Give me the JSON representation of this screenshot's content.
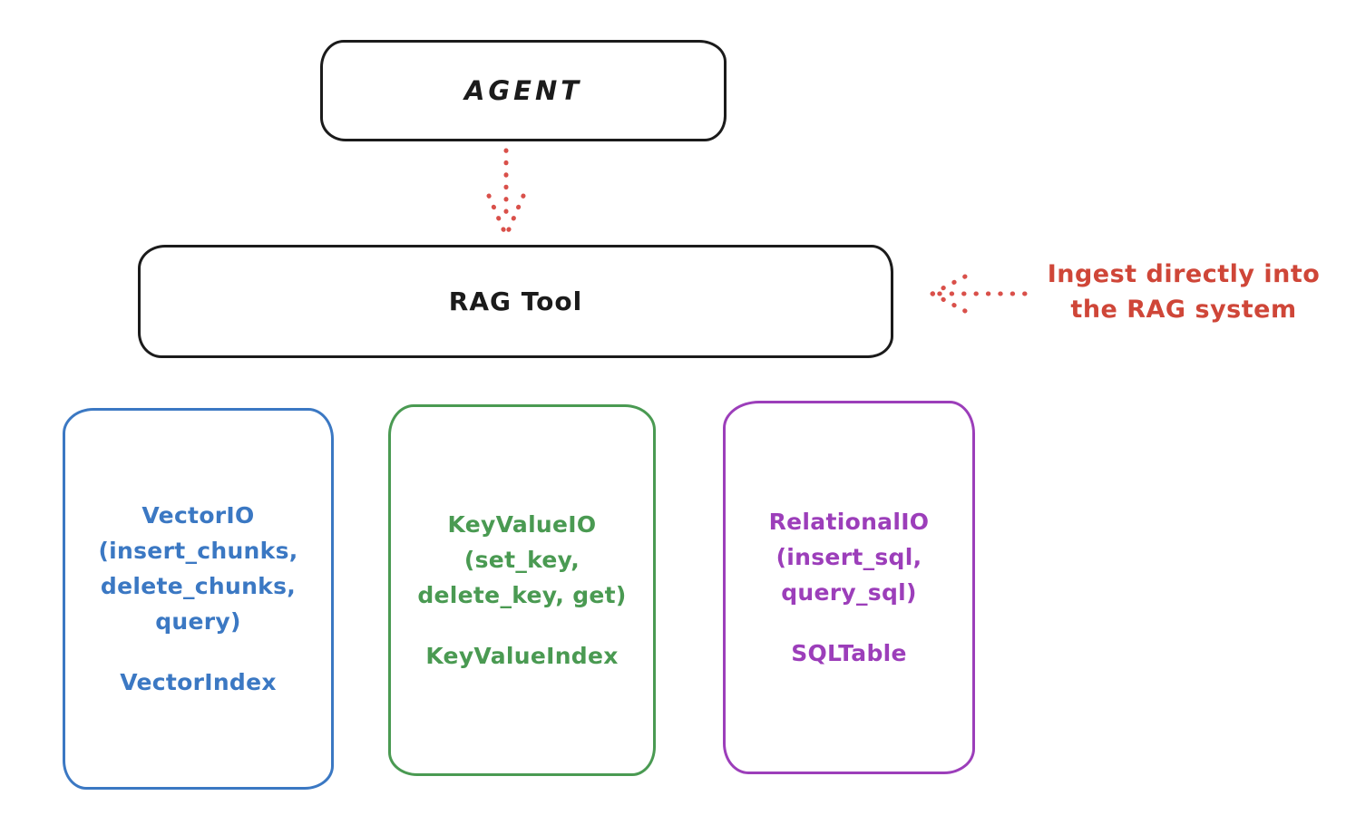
{
  "diagram": {
    "agent": {
      "label": "AGENT"
    },
    "rag_tool": {
      "label": "RAG Tool"
    },
    "annotation": {
      "line1": "Ingest directly into",
      "line2": "the RAG system",
      "color": "#cf4638"
    },
    "arrows": [
      {
        "name": "agent-to-rag-tool",
        "style": "dotted",
        "direction": "down",
        "color": "#d9504a"
      },
      {
        "name": "annotation-to-rag-tool",
        "style": "dotted",
        "direction": "left",
        "color": "#d9504a"
      }
    ],
    "backends": [
      {
        "id": "vector",
        "color": "#3b78c3",
        "io_lines": [
          "VectorIO",
          "(insert_chunks,",
          "delete_chunks,",
          "query)"
        ],
        "index_label": "VectorIndex"
      },
      {
        "id": "keyvalue",
        "color": "#4a9a52",
        "io_lines": [
          "KeyValueIO",
          "(set_key,",
          "delete_key, get)"
        ],
        "index_label": "KeyValueIndex"
      },
      {
        "id": "relational",
        "color": "#9c3eba",
        "io_lines": [
          "RelationalIO",
          "(insert_sql,",
          "query_sql)"
        ],
        "index_label": "SQLTable"
      }
    ],
    "colors": {
      "stroke_black": "#1b1b1b",
      "background": "#ffffff"
    }
  }
}
